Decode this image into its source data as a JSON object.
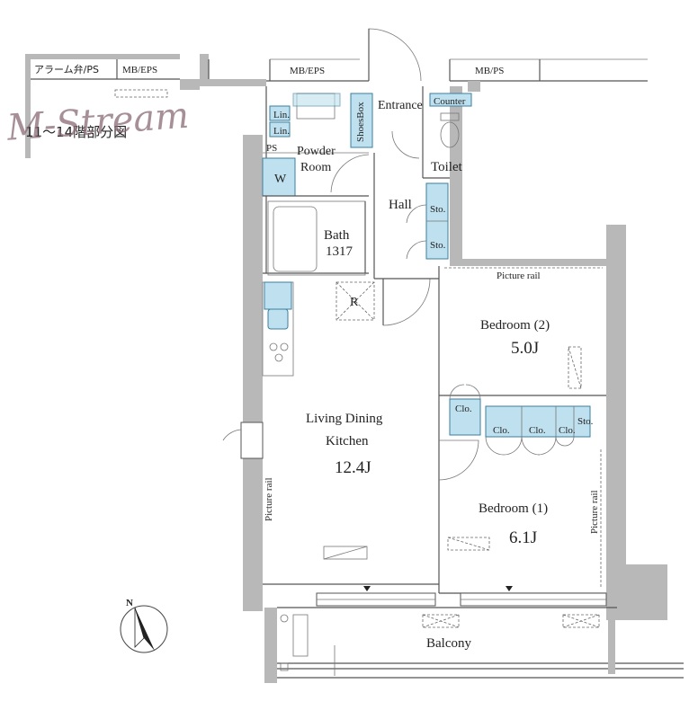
{
  "floor_note": "11〜14階部分図",
  "watermark": "M-Stream",
  "shafts": {
    "alarm_ps": "アラーム弁/PS",
    "mb_eps_left": "MB/EPS",
    "mb_eps_center": "MB/EPS",
    "mb_ps": "MB/PS"
  },
  "rooms": {
    "entrance": "Entrance",
    "toilet": "Toilet",
    "counter": "Counter",
    "powder_room_line1": "Powder",
    "powder_room_line2": "Room",
    "ps": "PS",
    "hall": "Hall",
    "bath_line1": "Bath",
    "bath_line2": "1317",
    "living_line1": "Living Dining",
    "living_line2": "Kitchen",
    "living_size": "12.4J",
    "bedroom2_name": "Bedroom (2)",
    "bedroom2_size": "5.0J",
    "bedroom1_name": "Bedroom (1)",
    "bedroom1_size": "6.1J",
    "balcony": "Balcony"
  },
  "fixtures": {
    "shoes_box": "ShoesBox",
    "lin_1": "Lin.",
    "lin_2": "Lin.",
    "washer": "W",
    "sto_1": "Sto.",
    "sto_2": "Sto.",
    "refrigerator": "R",
    "clo_1": "Clo.",
    "clo_2": "Clo.",
    "clo_3": "Clo.",
    "clo_4": "Clo.",
    "sto_3": "Sto."
  },
  "picture_rails": {
    "bedroom2": "Picture rail",
    "living": "Picture rail",
    "bedroom1": "Picture rail"
  },
  "compass": {
    "north_label": "N"
  }
}
